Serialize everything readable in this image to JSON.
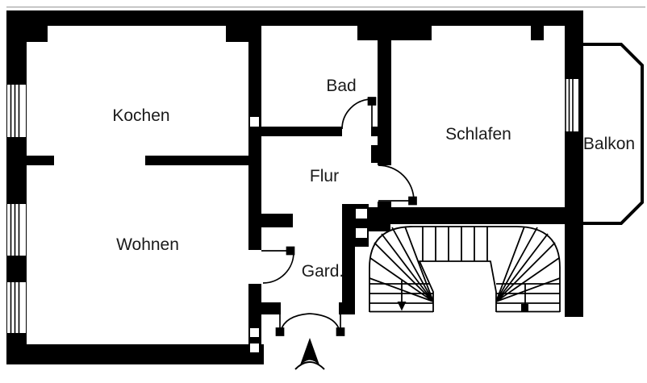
{
  "plan": {
    "title": "floor-plan",
    "labels": {
      "kochen": "Kochen",
      "bad": "Bad",
      "schlafen": "Schlafen",
      "flur": "Flur",
      "wohnen": "Wohnen",
      "gard": "Gard.",
      "balkon": "Balkon"
    },
    "colors": {
      "wall": "#000000",
      "background": "#ffffff",
      "label": "#1a1a1a",
      "hairline": "#b3b3b3"
    },
    "symbols": {
      "entrance_arrow": "filled triangle pointing up at apartment entrance",
      "stair_direction_arrow": "small filled triangle pointing down on left stair run",
      "door_swing": "quarter-circle arc with leaf line and square hinge marker",
      "window": "white wall opening with parallel lines"
    }
  }
}
